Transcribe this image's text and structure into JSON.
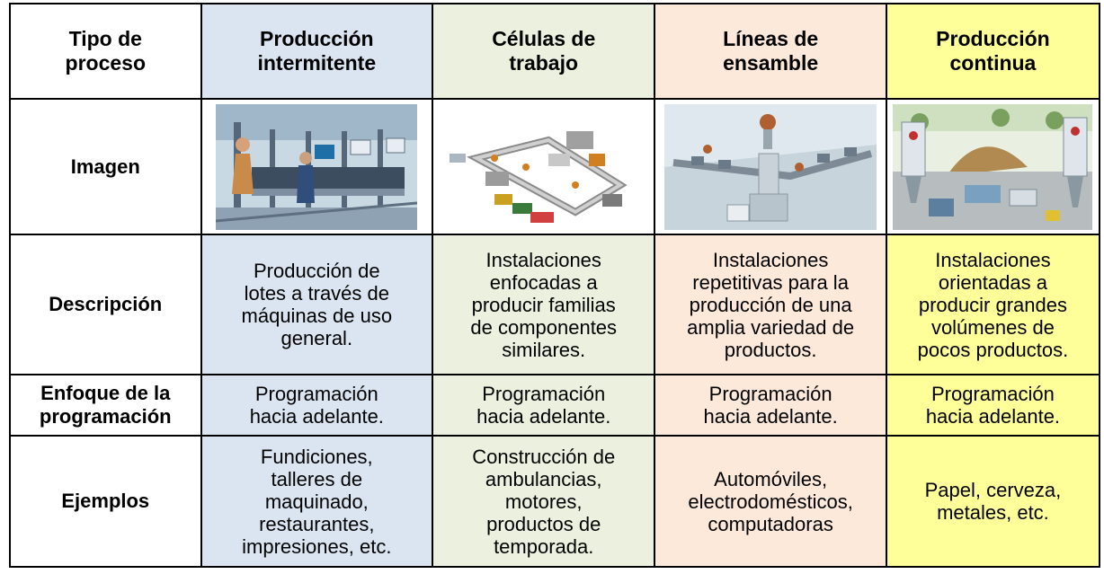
{
  "header": {
    "tipo": "Tipo de\nproceso",
    "intermitente": "Producción\nintermitente",
    "celulas": "Células de\ntrabajo",
    "lineas": "Líneas de\nensamble",
    "continua": "Producción\ncontinua"
  },
  "rows": {
    "imagen": {
      "label": "Imagen"
    },
    "descripcion": {
      "label": "Descripción",
      "intermitente": "Producción de\nlotes a través de\nmáquinas de uso\ngeneral.",
      "celulas": "Instalaciones\nenfocadas a\nproducir familias\nde componentes\nsimilares.",
      "lineas": "Instalaciones\nrepetitivas para la\nproducción de una\namplia variedad de\nproductos.",
      "continua": "Instalaciones\norientadas a\nproducir grandes\nvolúmenes de\npocos productos."
    },
    "enfoque": {
      "label": "Enfoque de la\nprogramación",
      "intermitente": "Programación\nhacia adelante.",
      "celulas": "Programación\nhacia adelante.",
      "lineas": "Programación\nhacia adelante.",
      "continua": "Programación\nhacia adelante."
    },
    "ejemplos": {
      "label": "Ejemplos",
      "intermitente": "Fundiciones,\ntalleres de\nmaquinado,\nrestaurantes,\nimpresiones, etc.",
      "celulas": "Construcción de\nambulancias,\nmotores,\nproductos de\ntemporada.",
      "lineas": "Automóviles,\nelectrodomésticos,\ncomputadoras",
      "continua": "Papel, cerveza,\nmetales, etc."
    }
  },
  "colors": {
    "intermitente": "#dbe5f1",
    "celulas": "#ebf1de",
    "lineas": "#fde9d9",
    "continua": "#ffff99"
  },
  "images": {
    "intermitente": "workshop-photo",
    "celulas": "work-cell-layout-illustration",
    "lineas": "assembly-line-illustration",
    "continua": "continuous-plant-illustration"
  }
}
